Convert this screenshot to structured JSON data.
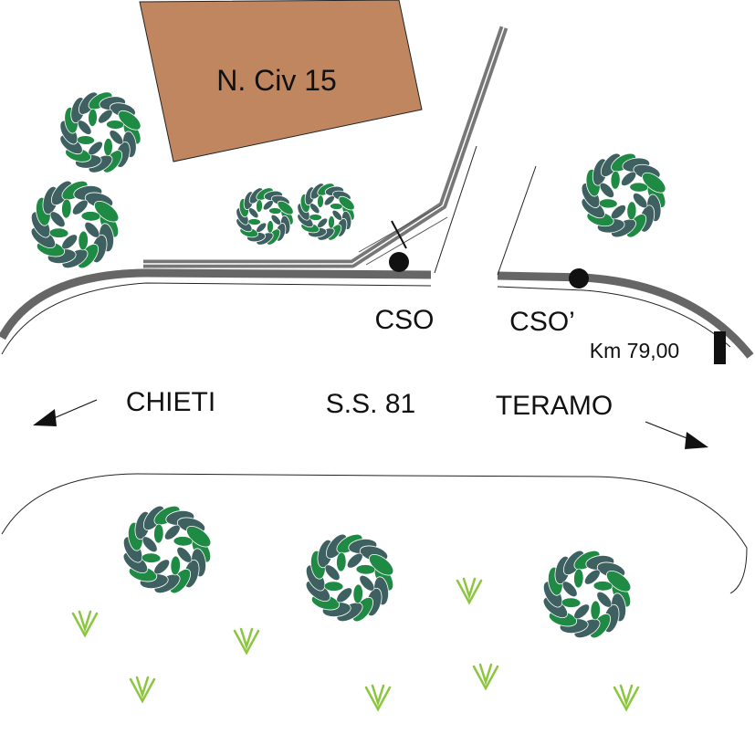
{
  "labels": {
    "building": "N. Civ 15",
    "cso_left": "CSO",
    "cso_right": "CSO’",
    "km_marker": "Km 79,00",
    "direction_left": "CHIETI",
    "road_name": "S.S. 81",
    "direction_right": "TERAMO"
  },
  "colors": {
    "building": "#bf8660",
    "road_edge": "#777777",
    "tree_dark": "#3f6060",
    "tree_light": "#1e8a44",
    "grass": "#8cc63f",
    "marker": "#111111"
  },
  "icons": {
    "tree": "tree-icon",
    "grass": "grass-icon",
    "manhole": "manhole-icon",
    "arrow": "arrow-icon"
  }
}
